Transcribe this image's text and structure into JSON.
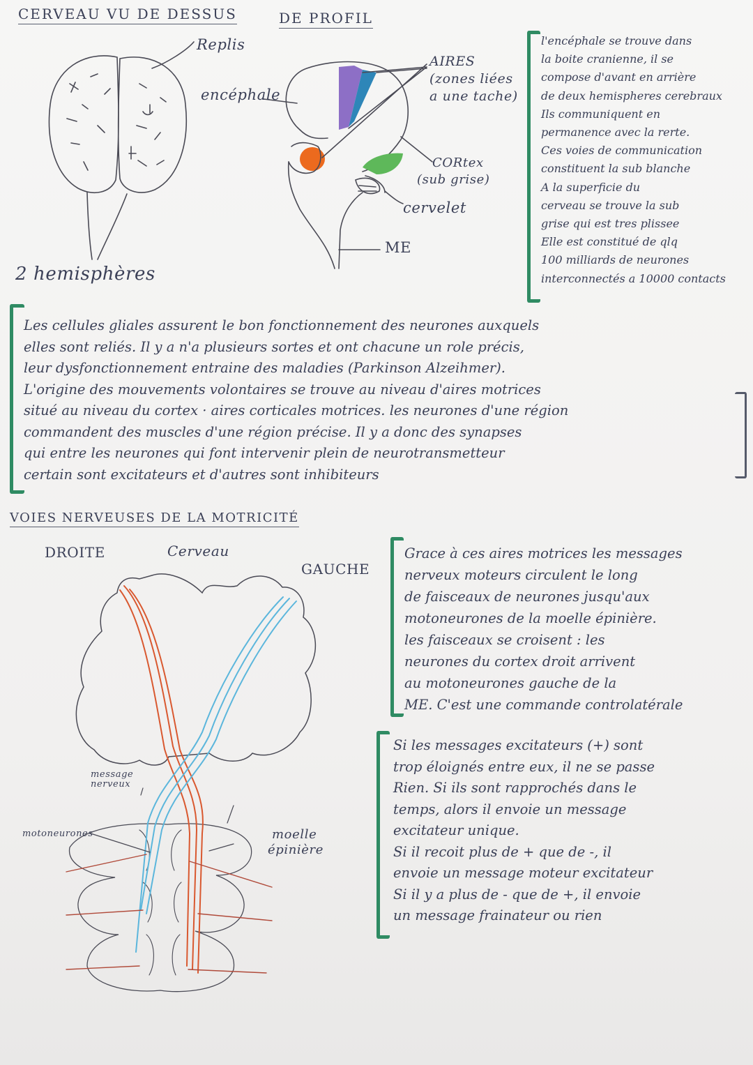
{
  "top_left": {
    "title": "CERVEAU VU DE DESSUS",
    "label_replis": "Replis",
    "label_hemispheres": "2 hemisphères"
  },
  "top_middle": {
    "title": "DE PROFIL",
    "label_encephale": "encéphale",
    "label_aires": [
      "AIRES",
      "(zones liées",
      "a une tache)"
    ],
    "label_cortex": [
      "CORtex",
      "(sub grise)"
    ],
    "label_cervelet": "cervelet",
    "label_me": "ME"
  },
  "note_encephale": {
    "lines": [
      "l'encéphale se trouve dans",
      "la boite cranienne, il se",
      "compose d'avant en arrière",
      "de deux hemispheres cerebraux",
      "Ils communiquent en",
      "permanence avec la rerte.",
      "Ces voies de communication",
      "constituent la sub blanche",
      "A la superficie du",
      "cerveau se trouve la sub",
      "grise qui est tres plissee",
      "Elle est constitué de qlq",
      "100 milliards de neurones",
      "interconnectés a 10000 contacts"
    ]
  },
  "note_gliales": {
    "lines": [
      "Les cellules gliales assurent le bon fonctionnement des neurones auxquels",
      "elles sont reliés. Il y a n'a plusieurs sortes et ont chacune un role précis,",
      "leur dysfonctionnement entraine des maladies (Parkinson Alzeihmer).",
      "L'origine des mouvements volontaires se trouve au niveau d'aires motrices",
      "situé au niveau du cortex · aires corticales motrices. les neurones d'une région",
      "commandent des muscles d'une région précise. Il y a donc des synapses",
      "qui entre les neurones qui font intervenir plein de neurotransmetteur",
      "certain sont excitateurs et d'autres sont inhibiteurs"
    ]
  },
  "motricite": {
    "title": "VOIES NERVEUSES DE LA MOTRICITÉ",
    "label_droite": "DROITE",
    "label_cerveau": "Cerveau",
    "label_gauche": "GAUCHE",
    "label_message": [
      "message",
      "nerveux"
    ],
    "label_motoneurones": "motoneurones",
    "label_moelle": [
      "moelle",
      "épinière"
    ]
  },
  "note_aires": {
    "lines": [
      "Grace à ces aires motrices les messages",
      "nerveux moteurs circulent le long",
      "de faisceaux de neurones jusqu'aux",
      "motoneurones de la moelle épinière.",
      "les faisceaux se croisent : les",
      "neurones du cortex droit arrivent",
      "au motoneurones gauche de la",
      "ME. C'est une commande controlatérale"
    ]
  },
  "note_messages": {
    "lines": [
      "Si les messages excitateurs (+) sont",
      "trop éloignés entre eux, il ne se passe",
      "Rien. Si ils sont rapprochés dans le",
      "temps, alors il envoie un message",
      "excitateur unique.",
      "Si il recoit plus de + que de -, il",
      "envoie un message moteur excitateur",
      "Si il y a plus de - que de +, il envoie",
      "un message frainateur ou rien"
    ]
  },
  "colors": {
    "green_bracket": "#2f8b63",
    "purple": "#8d6fc6",
    "blue_area": "#2e86b8",
    "orange": "#ec6a1e",
    "green_cortex": "#5eb85a",
    "red_pathway": "#d9582f",
    "blue_pathway": "#5bb6dc"
  }
}
